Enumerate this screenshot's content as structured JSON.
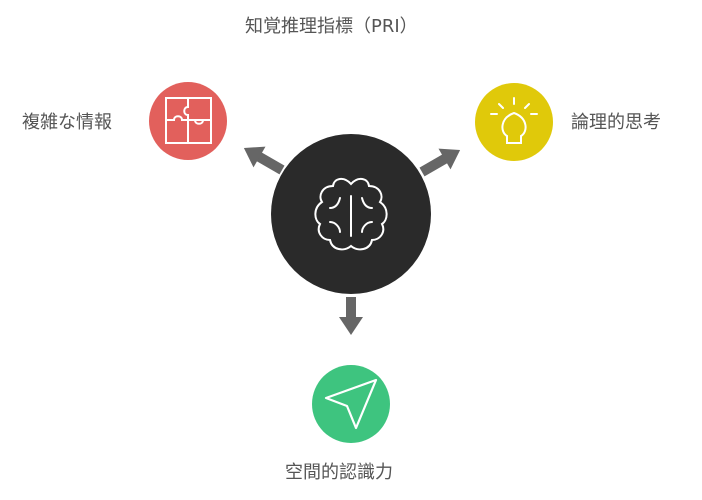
{
  "title": "知覚推理指標（PRI）",
  "nodes": {
    "center": {
      "icon": "brain-icon",
      "color": "#2a2a2a"
    },
    "left": {
      "label": "複雑な情報",
      "icon": "puzzle-icon",
      "color": "#e2605c"
    },
    "right": {
      "label": "論理的思考",
      "icon": "lightbulb-icon",
      "color": "#e0c90a"
    },
    "bottom": {
      "label": "空間的認識力",
      "icon": "navigation-icon",
      "color": "#3ec47f"
    }
  },
  "arrow_color": "#666666"
}
